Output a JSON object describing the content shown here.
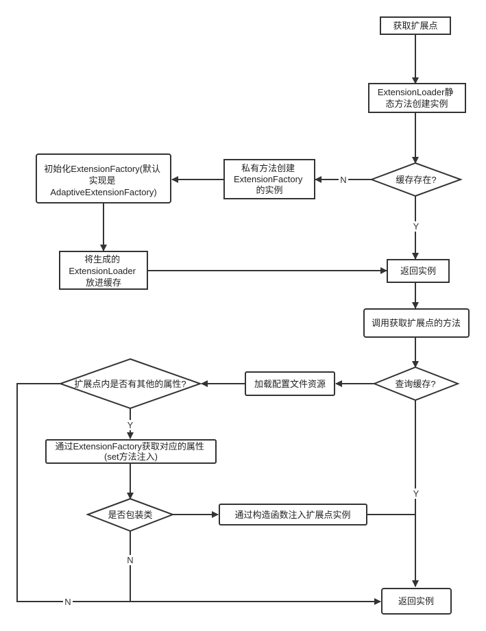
{
  "diagram": {
    "nodes": {
      "start": {
        "lines": [
          "获取扩展点"
        ]
      },
      "static_create": {
        "lines": [
          "ExtensionLoader静",
          "态方法创建实例"
        ]
      },
      "cache_exists": {
        "lines": [
          "缓存存在?"
        ]
      },
      "private_create": {
        "lines": [
          "私有方法创建",
          "ExtensionFactory",
          "的实例"
        ]
      },
      "init_factory": {
        "lines": [
          "初始化ExtensionFactory(默认",
          "实现是",
          "AdaptiveExtensionFactory)"
        ]
      },
      "put_cache": {
        "lines": [
          "将生成的",
          "ExtensionLoader",
          "放进缓存"
        ]
      },
      "return_instance_1": {
        "lines": [
          "返回实例"
        ]
      },
      "call_get_ext": {
        "lines": [
          "调用获取扩展点的方法"
        ]
      },
      "query_cache": {
        "lines": [
          "查询缓存?"
        ]
      },
      "load_config": {
        "lines": [
          "加载配置文件资源"
        ]
      },
      "has_other_attrs": {
        "lines": [
          "扩展点内是否有其他的属性?"
        ]
      },
      "get_attr": {
        "lines": [
          "通过ExtensionFactory获取对应的属性",
          "(set方法注入)"
        ]
      },
      "is_wrapper": {
        "lines": [
          "是否包装类"
        ]
      },
      "ctor_inject": {
        "lines": [
          "通过构造函数注入扩展点实例"
        ]
      },
      "return_instance_2": {
        "lines": [
          "返回实例"
        ]
      }
    },
    "edge_labels": {
      "cache_no": "N",
      "cache_yes": "Y",
      "has_attrs_yes": "Y",
      "query_yes": "Y",
      "wrapper_no": "N",
      "has_attrs_no": "N"
    }
  }
}
